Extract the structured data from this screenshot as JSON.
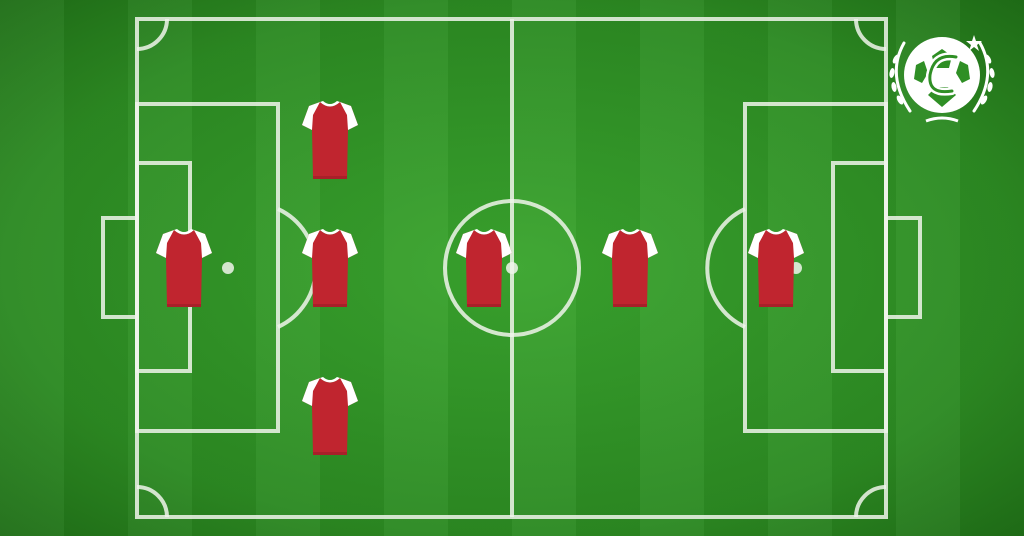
{
  "pitch": {
    "grass_color": "#2f8f25",
    "line_color": "#f0f5eb"
  },
  "kit": {
    "body_color": "#c0252f",
    "sleeve_color": "#ffffff",
    "collar_color": "#ffffff"
  },
  "formation": {
    "players": [
      {
        "role": "goalkeeper"
      },
      {
        "role": "defender-top"
      },
      {
        "role": "defender-center"
      },
      {
        "role": "defender-bottom"
      },
      {
        "role": "midfielder-center"
      },
      {
        "role": "forward-left"
      },
      {
        "role": "forward-right"
      }
    ]
  },
  "logo": {
    "icon": "football-laurel-logo-icon"
  }
}
